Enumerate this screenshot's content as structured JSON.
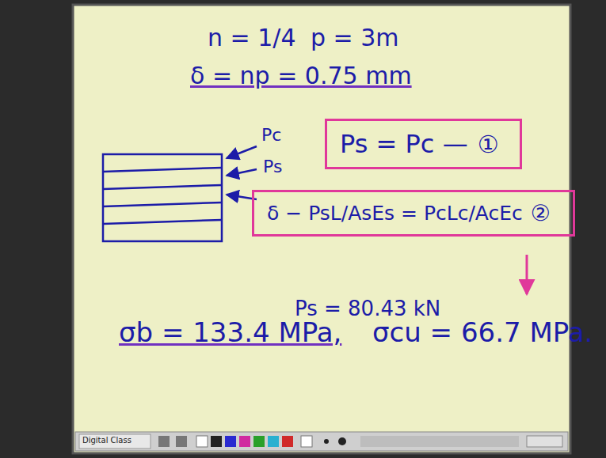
{
  "diagram": {
    "nodes": [
      {
        "text": [
          "Ps = Pc —",
          "①"
        ]
      },
      {
        "text": [
          "δ − PsL/AsEs = PcLc/AcEc",
          "②"
        ]
      }
    ],
    "labels": [
      "n = 1/4",
      "p = 3m",
      "δ = np = 0.75 mm",
      "Pc",
      "Ps",
      "Ps = 80.43 kN",
      "σb = 133.4 MPa,",
      "σcu = 66.7 MPa.",
      "Digital Class"
    ]
  }
}
